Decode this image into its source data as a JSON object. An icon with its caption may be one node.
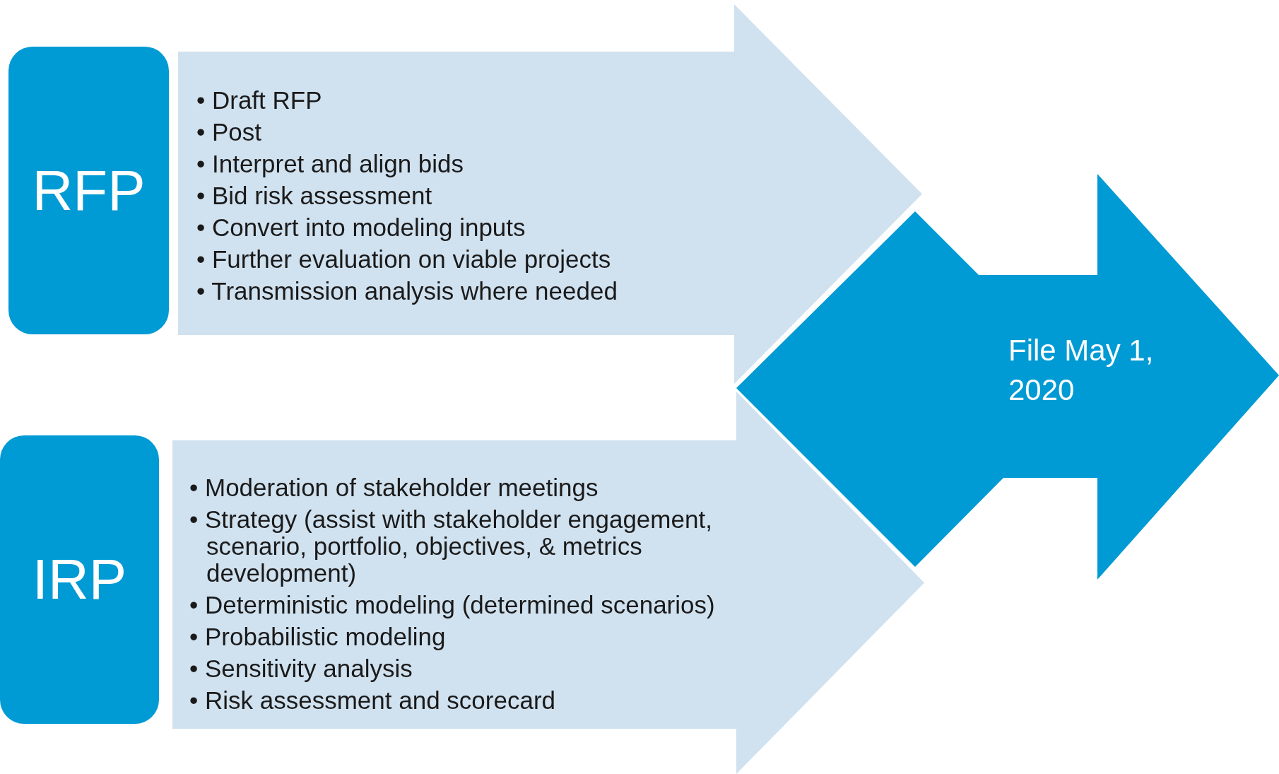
{
  "diagram": {
    "nodes": [
      {
        "text": [
          "RFP"
        ]
      },
      {
        "text": [
          "• Draft RFP",
          "• Post",
          "• Interpret and align bids",
          "• Bid risk assessment",
          "• Convert into modeling inputs",
          "• Further evaluation on viable projects",
          "• Transmission analysis where needed"
        ]
      },
      {
        "text": [
          "IRP"
        ]
      },
      {
        "text": [
          "• Moderation of stakeholder meetings",
          "• Strategy (assist with stakeholder engagement, scenario, portfolio, objectives, & metrics development)",
          "• Deterministic modeling (determined scenarios)",
          "• Probabilistic modeling",
          "• Sensitivity analysis",
          "• Risk assessment and scorecard"
        ]
      },
      {
        "text": [
          "File May 1, 2020"
        ]
      }
    ]
  }
}
